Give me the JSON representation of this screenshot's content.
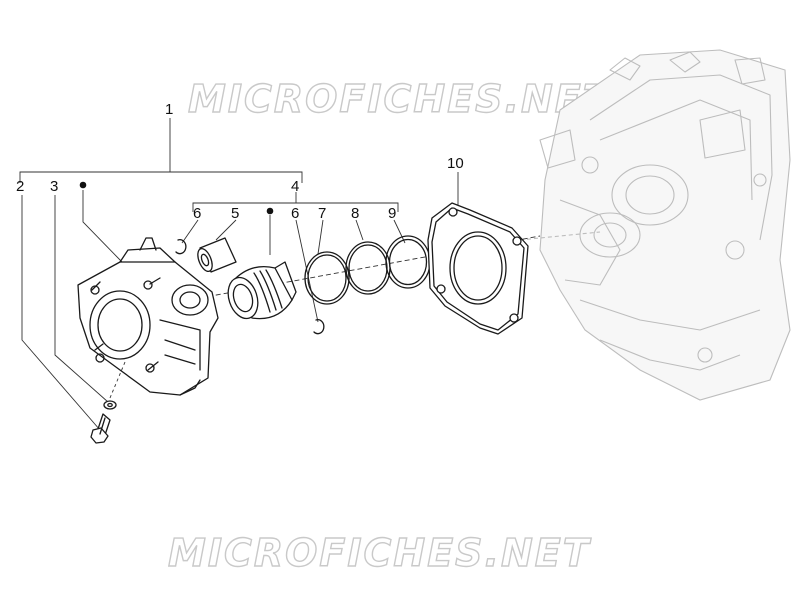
{
  "watermark": {
    "top": "MICROFICHES.NET",
    "bottom": "MICROFICHES.NET"
  },
  "callouts": {
    "c1": "1",
    "c2": "2",
    "c3": "3",
    "c4": "4",
    "c5": "5",
    "c6a": "6",
    "c6b": "6",
    "c7": "7",
    "c8": "8",
    "c9": "9",
    "c10": "10"
  },
  "colors": {
    "ink": "#1a1a1a",
    "background_engine": "#bdbdbd",
    "watermark_outline": "#c9c9c9"
  },
  "icons": {
    "kit_marker": "black-dot-icon"
  }
}
